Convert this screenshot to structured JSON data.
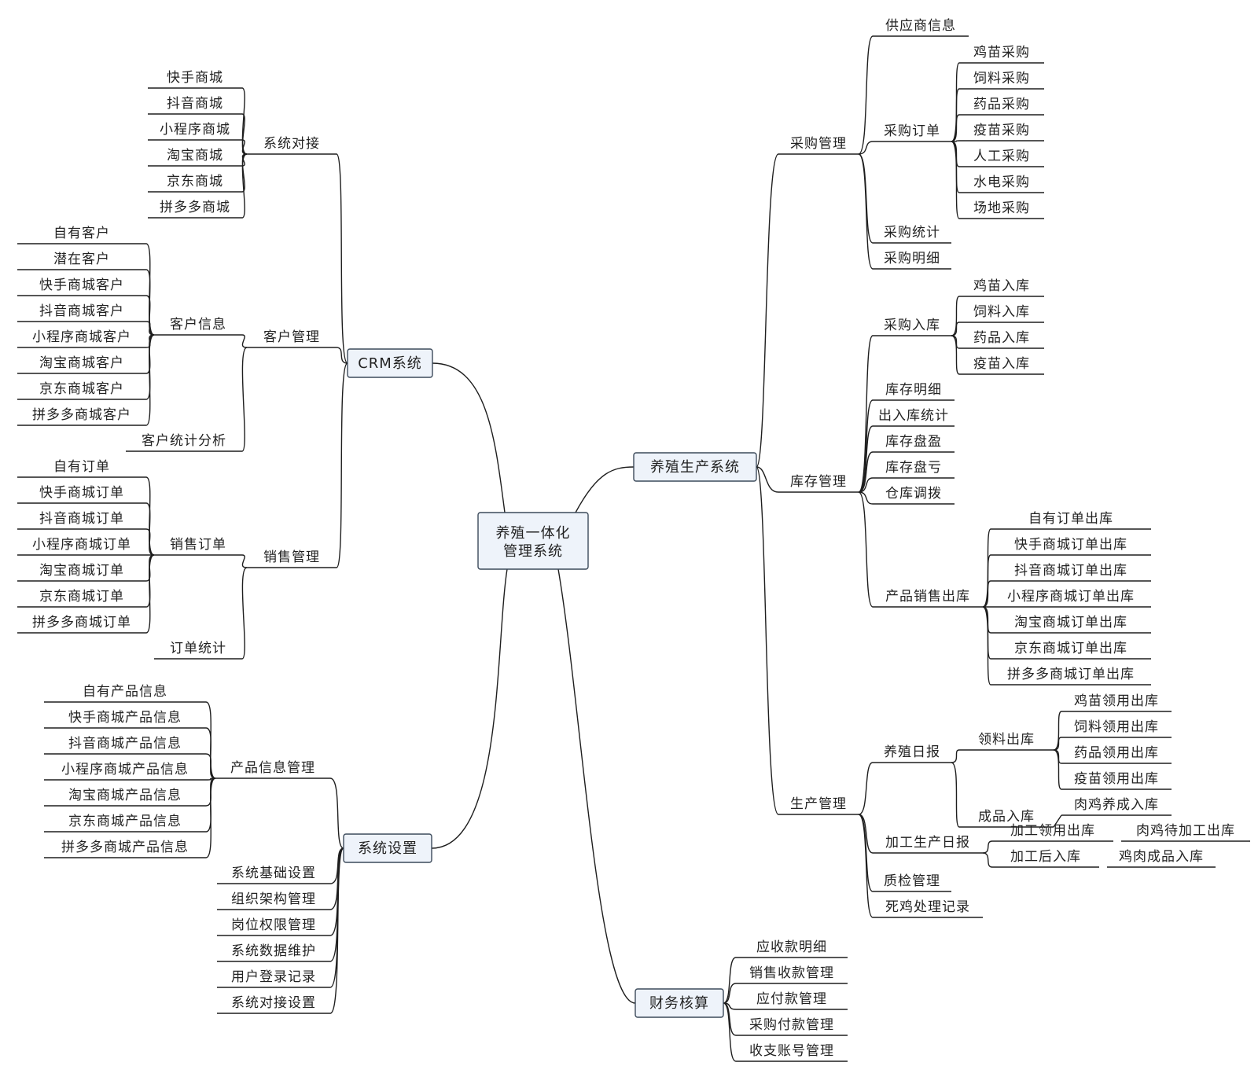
{
  "root": {
    "lines": [
      "养殖一体化",
      "管理系统"
    ]
  },
  "branches": {
    "crm": {
      "label": "CRM系统",
      "system_integration": {
        "label": "系统对接",
        "items": [
          "快手商城",
          "抖音商城",
          "小程序商城",
          "淘宝商城",
          "京东商城",
          "拼多多商城"
        ]
      },
      "customer_mgmt": {
        "label": "客户管理",
        "customer_info": {
          "label": "客户信息",
          "items": [
            "自有客户",
            "潜在客户",
            "快手商城客户",
            "抖音商城客户",
            "小程序商城客户",
            "淘宝商城客户",
            "京东商城客户",
            "拼多多商城客户"
          ]
        },
        "analysis": "客户统计分析"
      },
      "sales_mgmt": {
        "label": "销售管理",
        "sales_orders": {
          "label": "销售订单",
          "items": [
            "自有订单",
            "快手商城订单",
            "抖音商城订单",
            "小程序商城订单",
            "淘宝商城订单",
            "京东商城订单",
            "拼多多商城订单"
          ]
        },
        "order_stats": "订单统计"
      }
    },
    "settings": {
      "label": "系统设置",
      "product_info": {
        "label": "产品信息管理",
        "items": [
          "自有产品信息",
          "快手商城产品信息",
          "抖音商城产品信息",
          "小程序商城产品信息",
          "淘宝商城产品信息",
          "京东商城产品信息",
          "拼多多商城产品信息"
        ]
      },
      "items": [
        "系统基础设置",
        "组织架构管理",
        "岗位权限管理",
        "系统数据维护",
        "用户登录记录",
        "系统对接设置"
      ]
    },
    "production": {
      "label": "养殖生产系统",
      "procurement": {
        "label": "采购管理",
        "supplier": "供应商信息",
        "orders": {
          "label": "采购订单",
          "items": [
            "鸡苗采购",
            "饲料采购",
            "药品采购",
            "疫苗采购",
            "人工采购",
            "水电采购",
            "场地采购"
          ]
        },
        "stats": "采购统计",
        "details": "采购明细"
      },
      "inventory": {
        "label": "库存管理",
        "purchase_in": {
          "label": "采购入库",
          "items": [
            "鸡苗入库",
            "饲料入库",
            "药品入库",
            "疫苗入库"
          ]
        },
        "items": [
          "库存明细",
          "出入库统计",
          "库存盘盈",
          "库存盘亏",
          "仓库调拨"
        ],
        "sales_out": {
          "label": "产品销售出库",
          "items": [
            "自有订单出库",
            "快手商城订单出库",
            "抖音商城订单出库",
            "小程序商城订单出库",
            "淘宝商城订单出库",
            "京东商城订单出库",
            "拼多多商城订单出库"
          ]
        }
      },
      "production_mgmt": {
        "label": "生产管理",
        "daily_report": {
          "label": "养殖日报",
          "material_out": {
            "label": "领料出库",
            "items": [
              "鸡苗领用出库",
              "饲料领用出库",
              "药品领用出库",
              "疫苗领用出库"
            ]
          },
          "finished_in": {
            "label": "成品入库",
            "item": "肉鸡养成入库"
          }
        },
        "processing_report": {
          "label": "加工生产日报",
          "processing_out": {
            "label": "加工领用出库",
            "item": "肉鸡待加工出库"
          },
          "processed_in": {
            "label": "加工后入库",
            "item": "鸡肉成品入库"
          }
        },
        "quality": "质检管理",
        "dead_records": "死鸡处理记录"
      }
    },
    "finance": {
      "label": "财务核算",
      "items": [
        "应收款明细",
        "销售收款管理",
        "应付款管理",
        "采购付款管理",
        "收支账号管理"
      ]
    }
  }
}
